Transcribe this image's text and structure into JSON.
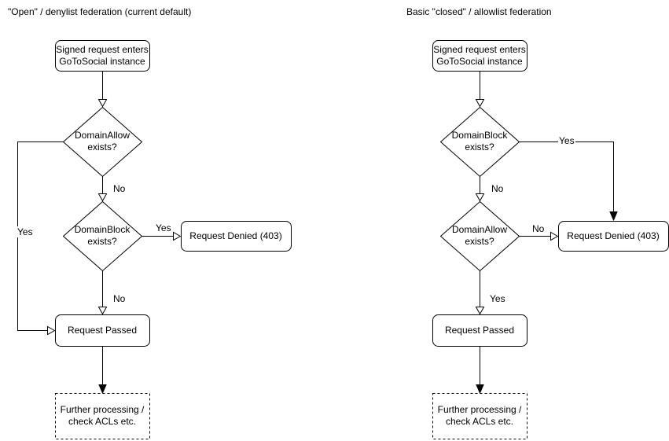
{
  "colors": {
    "stroke": "#000000",
    "text": "#000000",
    "background": "#ffffff"
  },
  "charts": [
    {
      "title": "\"Open\" / denylist federation (current default)",
      "nodes": {
        "start": "Signed request enters\nGoToSocial instance",
        "decision1": "DomainAllow\nexists?",
        "decision2": "DomainBlock\nexists?",
        "denied": "Request Denied (403)",
        "passed": "Request Passed",
        "further": "Further processing /\ncheck ACLs etc."
      },
      "edge_labels": {
        "decision1_down": "No",
        "decision1_branch": "Yes",
        "decision2_down": "No",
        "decision2_branch": "Yes"
      }
    },
    {
      "title": "Basic \"closed\" / allowlist federation",
      "nodes": {
        "start": "Signed request enters\nGoToSocial instance",
        "decision1": "DomainBlock\nexists?",
        "decision2": "DomainAllow\nexists?",
        "denied": "Request Denied (403)",
        "passed": "Request Passed",
        "further": "Further processing /\ncheck ACLs etc."
      },
      "edge_labels": {
        "decision1_down": "No",
        "decision1_branch": "Yes",
        "decision2_down": "Yes",
        "decision2_branch": "No"
      }
    }
  ]
}
